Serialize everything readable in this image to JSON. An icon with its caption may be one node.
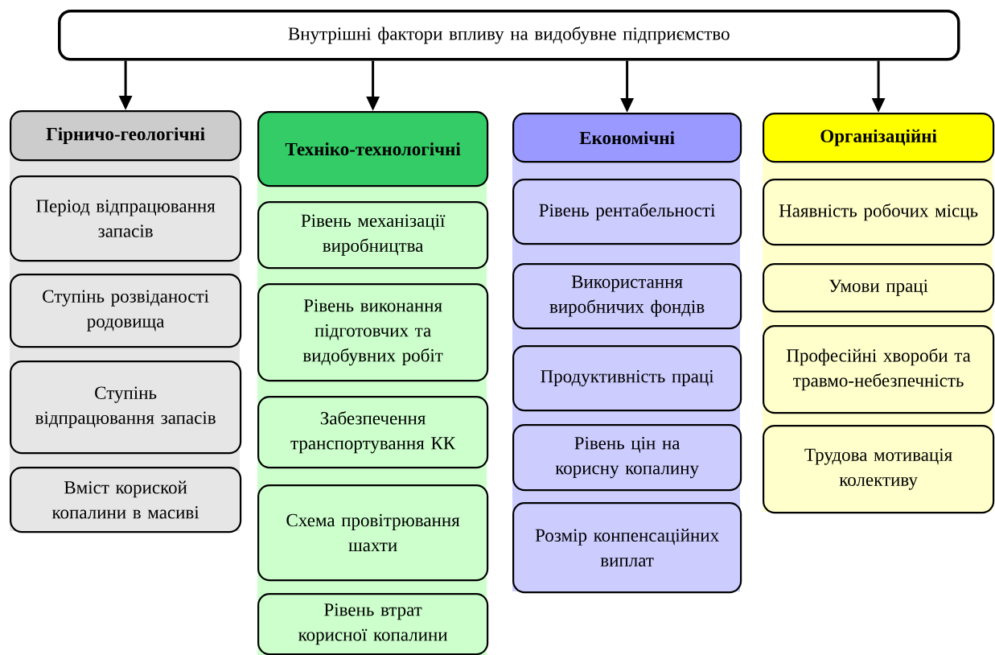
{
  "diagram": {
    "nodes": [
      {
        "text": [
          "Внутрішні фактори впливу на видобувне підприємство"
        ]
      },
      {
        "text": [
          "Гірничо-геологічні"
        ]
      },
      {
        "text": [
          "Період відпрацювання запасів"
        ]
      },
      {
        "text": [
          "Ступінь розвіданості родовища"
        ]
      },
      {
        "text": [
          "Ступінь відпрацювання запасів"
        ]
      },
      {
        "text": [
          "Вміст кориской копалини в масиві"
        ]
      },
      {
        "text": [
          "Техніко-технологічні"
        ]
      },
      {
        "text": [
          "Рівень механізації виробництва"
        ]
      },
      {
        "text": [
          "Рівень виконання підготовчих та видобувних робіт"
        ]
      },
      {
        "text": [
          "Забезпечення транспортування КК"
        ]
      },
      {
        "text": [
          "Схема провітрювання шахти"
        ]
      },
      {
        "text": [
          "Рівень втрат корисної копалини"
        ]
      },
      {
        "text": [
          "Економічні"
        ]
      },
      {
        "text": [
          "Рівень рентабельності"
        ]
      },
      {
        "text": [
          "Використання виробничих фондів"
        ]
      },
      {
        "text": [
          "Продуктивність праці"
        ]
      },
      {
        "text": [
          "Рівень цін на корисну копалину"
        ]
      },
      {
        "text": [
          "Розмір конпенсаційних виплат"
        ]
      },
      {
        "text": [
          "Організаційні"
        ]
      },
      {
        "text": [
          "Наявність робочих місць"
        ]
      },
      {
        "text": [
          "Умови праці"
        ]
      },
      {
        "text": [
          "Професійні хвороби та травмо-небезпечність"
        ]
      },
      {
        "text": [
          "Трудова мотивація колективу"
        ]
      }
    ],
    "edges": [
      {
        "from": 0,
        "to": 1,
        "arrow": "to"
      },
      {
        "from": 0,
        "to": 6,
        "arrow": "to"
      },
      {
        "from": 0,
        "to": 12,
        "arrow": "to"
      },
      {
        "from": 0,
        "to": 18,
        "arrow": "to"
      }
    ]
  }
}
